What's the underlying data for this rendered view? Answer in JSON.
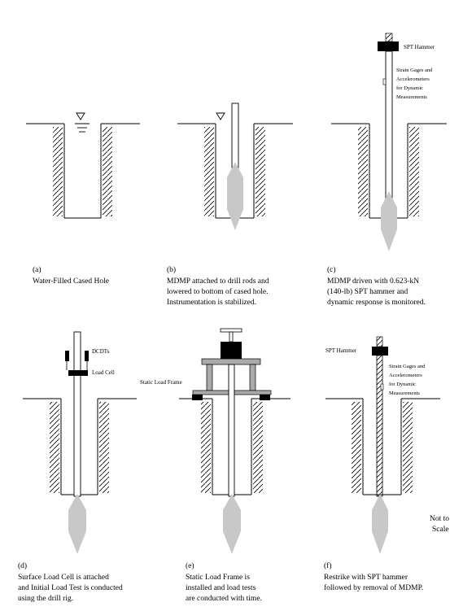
{
  "panels": {
    "a": {
      "letter": "(a)",
      "lines": [
        "Water-Filled Cased Hole"
      ]
    },
    "b": {
      "letter": "(b)",
      "lines": [
        "MDMP attached to drill rods and",
        "lowered to bottom of cased hole.",
        "Instrumentation is stabilized."
      ]
    },
    "c": {
      "letter": "(c)",
      "lines": [
        "MDMP driven with 0.623-kN",
        "(140-lb) SPT hammer and",
        "dynamic response is monitored."
      ],
      "labels": {
        "hammer": "SPT Hammer",
        "gauges": [
          "Strain Gages and",
          "Accelerometers",
          "for Dynamic",
          "Measurements"
        ]
      }
    },
    "d": {
      "letter": "(d)",
      "lines": [
        "Surface Load Cell is attached",
        "and Initial Load Test is conducted",
        "using the drill rig."
      ],
      "labels": {
        "dcdt": "DCDTs",
        "load_cell": "Load Cell"
      }
    },
    "e": {
      "letter": "(e)",
      "lines": [
        "Static Load Frame is",
        "installed and load tests",
        "are conducted with time."
      ],
      "labels": {
        "frame": "Static Load Frame"
      }
    },
    "f": {
      "letter": "(f)",
      "lines": [
        "Restrike with SPT hammer",
        "followed by removal of MDMP."
      ],
      "labels": {
        "hammer": "SPT Hammer",
        "gauges": [
          "Strain Gages and",
          "Accelerometers",
          "for Dynamic",
          "Measurements"
        ]
      }
    }
  },
  "scale_note": [
    "Not to",
    "Scale"
  ]
}
